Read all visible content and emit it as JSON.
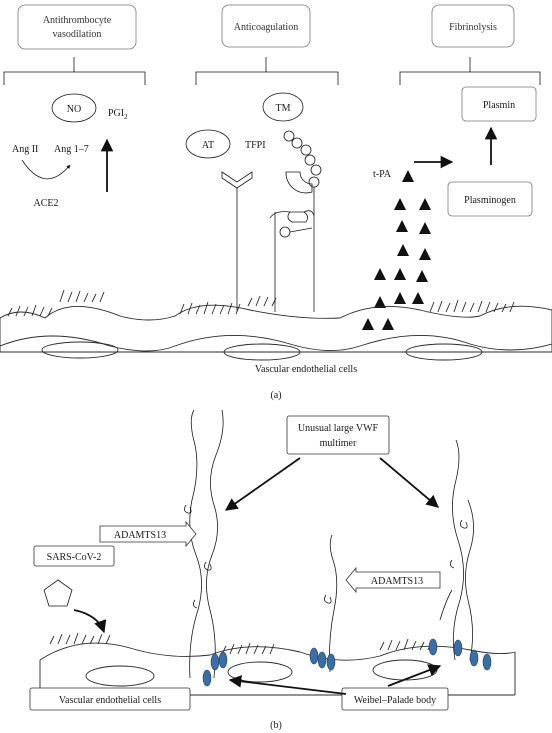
{
  "panel_a": {
    "categories": {
      "antithrombocyte": [
        "Antithrombocyte",
        "vasodilation"
      ],
      "anticoagulation": "Anticoagulation",
      "fibrinolysis": "Fibrinolysis"
    },
    "no": "NO",
    "pgi2_main": "PGI",
    "pgi2_sub": "2",
    "ang_ii": "Ang II",
    "ang_1_7": "Ang 1–7",
    "ace2": "ACE2",
    "at": "AT",
    "tfpi": "TFPI",
    "tm": "TM",
    "tpa": "t-PA",
    "plasmin": "Plasmin",
    "plasminogen": "Plasminogen",
    "cells": "Vascular endothelial cells",
    "caption": "(a)"
  },
  "panel_b": {
    "vwf": [
      "Unusual large VWF",
      "multimer"
    ],
    "adamts13_left": "ADAMTS13",
    "adamts13_right": "ADAMTS13",
    "sars": "SARS-CoV-2",
    "cells": "Vascular endothelial cells",
    "weibel": "Weibel–Palade body",
    "caption": "(b)"
  },
  "colors": {
    "weibel_palade": "#3a6ea5"
  }
}
